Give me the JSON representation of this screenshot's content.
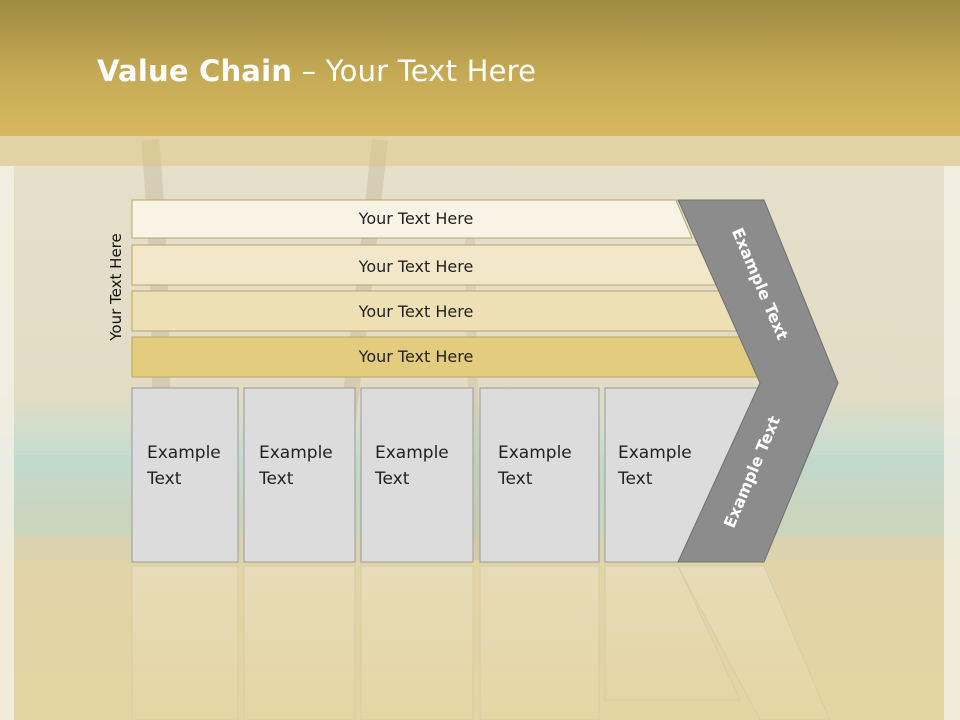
{
  "title": {
    "bold": "Value Chain",
    "rest": " – Your Text Here"
  },
  "side_label": "Your Text Here",
  "bars": [
    {
      "label": "Your Text Here",
      "fill": "#f8f3e4"
    },
    {
      "label": "Your Text Here",
      "fill": "#f2e8c9"
    },
    {
      "label": "Your Text Here",
      "fill": "#ede0b5"
    },
    {
      "label": "Your Text Here",
      "fill": "#e4cc7e"
    }
  ],
  "boxes": [
    {
      "line1": "Example",
      "line2": "Text"
    },
    {
      "line1": "Example",
      "line2": "Text"
    },
    {
      "line1": "Example",
      "line2": "Text"
    },
    {
      "line1": "Example",
      "line2": "Text"
    },
    {
      "line1": "Example",
      "line2": "Text"
    }
  ],
  "arrow": {
    "upper_label": "Example Text",
    "lower_label": "Example Text"
  },
  "colors": {
    "header": "#c6aa55",
    "box_fill": "#dcdcdc",
    "arrow_fill": "#8c8c8c"
  }
}
